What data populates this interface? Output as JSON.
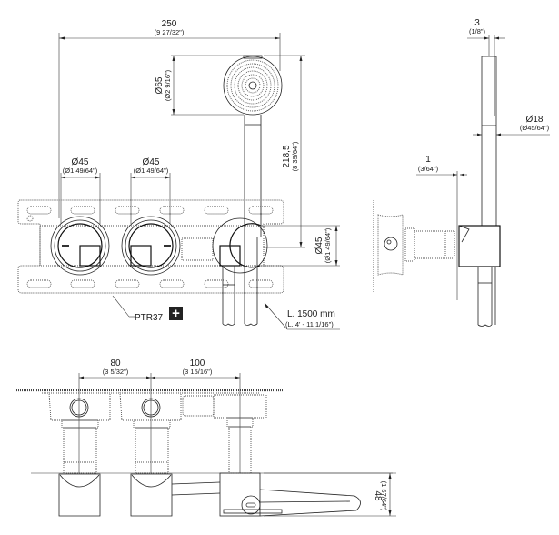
{
  "drawing": {
    "title": "Wall-mounted shower mixer with hand shower – dimension drawing",
    "units_primary": "mm",
    "units_secondary": "inch"
  },
  "dimensions": {
    "overall_width": {
      "value": "250",
      "imperial": "(9 27/32\")"
    },
    "showerhead_diameter": {
      "value": "Ø65",
      "imperial": "(Ø2 9/16\")"
    },
    "handset_height": {
      "value": "218,5",
      "imperial": "(8 39/64\")"
    },
    "knob1_diameter": {
      "value": "Ø45",
      "imperial": "(Ø1 49/64\")"
    },
    "knob2_diameter": {
      "value": "Ø45",
      "imperial": "(Ø1 49/64\")"
    },
    "holder_diameter": {
      "value": "Ø45",
      "imperial": "(Ø1 49/64\")"
    },
    "hose_length": {
      "value": "L. 1500 mm",
      "imperial": "(L. 4' - 11 1/16\")"
    },
    "wall_gap": {
      "value": "3",
      "imperial": "(1/8\")"
    },
    "handle_diameter": {
      "value": "Ø18",
      "imperial": "(Ø45/64\")"
    },
    "plate_offset": {
      "value": "1",
      "imperial": "(3/64\")"
    },
    "spacing_1": {
      "value": "80",
      "imperial": "(3 5/32\")"
    },
    "spacing_2": {
      "value": "100",
      "imperial": "(3 15/16\")"
    },
    "projection_depth": {
      "value": "48",
      "imperial": "(1 57/64\")"
    }
  },
  "labels": {
    "mounting_kit": "PTR37",
    "mounting_kit_badge": "+"
  },
  "colors": {
    "line": "#222222",
    "badge_bg": "#222222",
    "badge_fg": "#ffffff"
  }
}
